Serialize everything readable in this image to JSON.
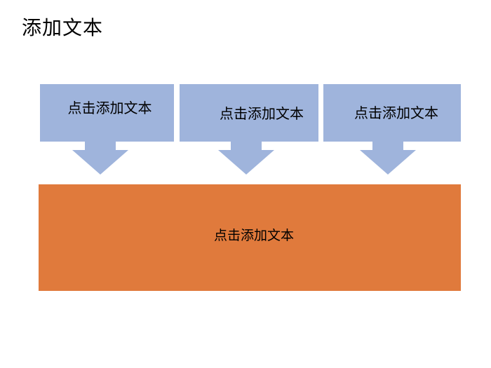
{
  "slide": {
    "title": "添加文本"
  },
  "boxes": [
    {
      "id": 1,
      "label": "点击添加文本"
    },
    {
      "id": 2,
      "label": "点击添加文本"
    },
    {
      "id": 3,
      "label": "点击添加文本"
    }
  ],
  "arrows": [
    {
      "icon": "down-arrow-icon"
    },
    {
      "icon": "down-arrow-icon"
    },
    {
      "icon": "down-arrow-icon"
    }
  ],
  "banner": {
    "label": "点击添加文本"
  },
  "colors": {
    "box_blue": "#9FB4DC",
    "banner_orange": "#E07A3C",
    "text": "#000000",
    "background": "#FFFFFF"
  }
}
